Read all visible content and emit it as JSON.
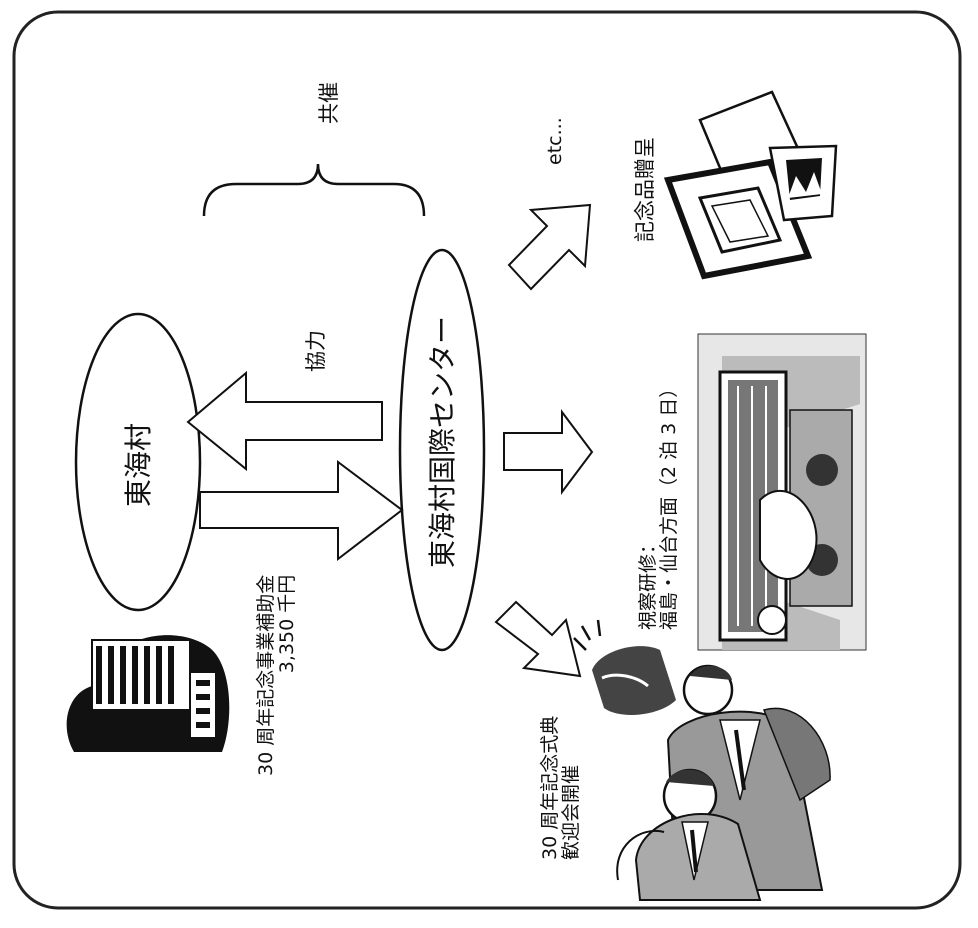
{
  "nodes": {
    "tokai_village": "東海村",
    "tokai_intl_center": "東海村国際センター"
  },
  "labels": {
    "cooperation": "協力",
    "joint_host": "共催",
    "subsidy_line1": "30 周年記念事業補助金",
    "subsidy_line2": "3,350 千円",
    "event_ceremony_line1": "30 周年記念式典",
    "event_ceremony_line2": "歓迎会開催",
    "event_tour_line1": "視察研修：",
    "event_tour_line2": "福島・仙台方面（2 泊 3 日）",
    "event_gift": "記念品贈呈",
    "etc": "etc..."
  }
}
